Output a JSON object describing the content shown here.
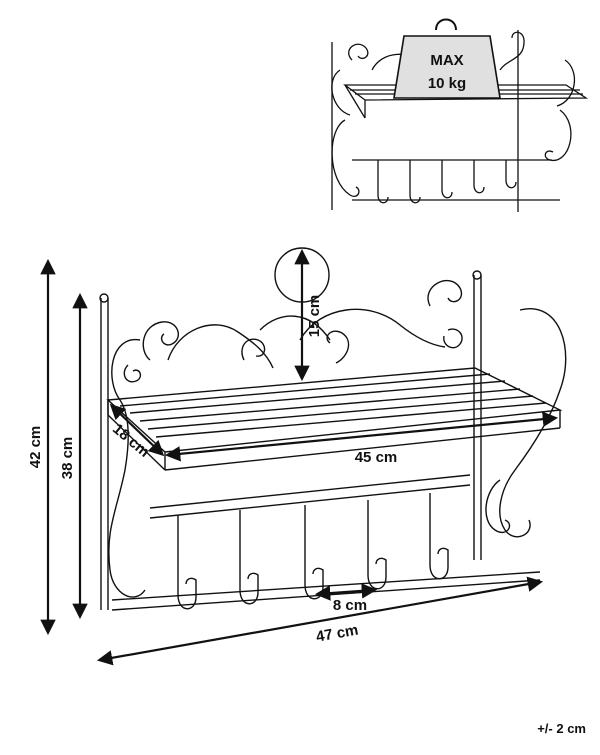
{
  "load_badge": {
    "line1": "MAX",
    "line2": "10 kg"
  },
  "dimensions": {
    "height_total": "42 cm",
    "height_rails": "38 cm",
    "depth": "18 cm",
    "crest": "15 cm",
    "shelf_width": "45 cm",
    "hook_spacing": "8 cm",
    "overall_width": "47 cm"
  },
  "tolerance": "+/- 2 cm",
  "colors": {
    "line": "#111111",
    "badge_fill": "#e0e0e0"
  }
}
